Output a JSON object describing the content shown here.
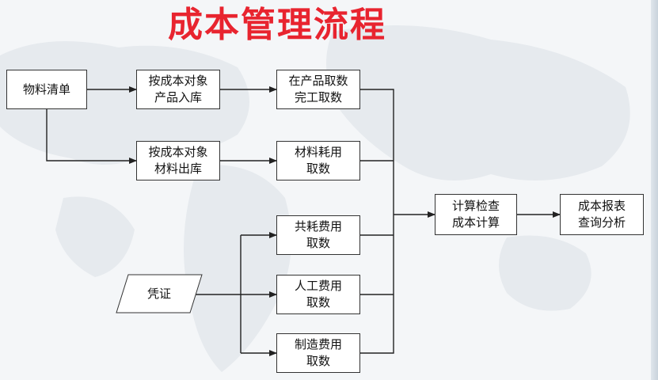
{
  "title": "成本管理流程",
  "nodes": {
    "material_list": "物料清单",
    "cost_object_inbound": "按成本对象\n产品入库",
    "wip_data": "在产品取数\n完工取数",
    "cost_object_material_out": "按成本对象\n材料出库",
    "material_consumption": "材料耗用\n取数",
    "shared_expense": "共耗费用\n取数",
    "voucher": "凭证",
    "labor_cost": "人工费用\n取数",
    "manufacturing_cost": "制造费用\n取数",
    "calc_check": "计算检查\n成本计算",
    "cost_report": "成本报表\n查询分析"
  },
  "colors": {
    "title": "#e8242f",
    "box_border": "#333333",
    "connector": "#222222"
  }
}
